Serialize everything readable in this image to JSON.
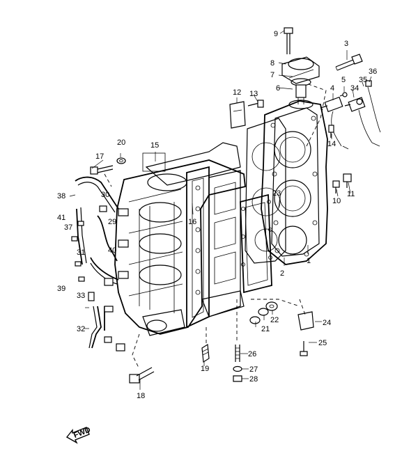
{
  "diagram": {
    "callouts": [
      "9",
      "3",
      "8",
      "7",
      "36",
      "35",
      "6",
      "4",
      "5",
      "34",
      "12",
      "13",
      "14",
      "10",
      "11",
      "20",
      "17",
      "15",
      "38",
      "30",
      "23",
      "41",
      "37",
      "29",
      "16",
      "31",
      "40",
      "1",
      "2",
      "33",
      "39",
      "32",
      "22",
      "21",
      "24",
      "25",
      "26",
      "27",
      "28",
      "19",
      "18"
    ],
    "fwd_label": "FWD"
  }
}
